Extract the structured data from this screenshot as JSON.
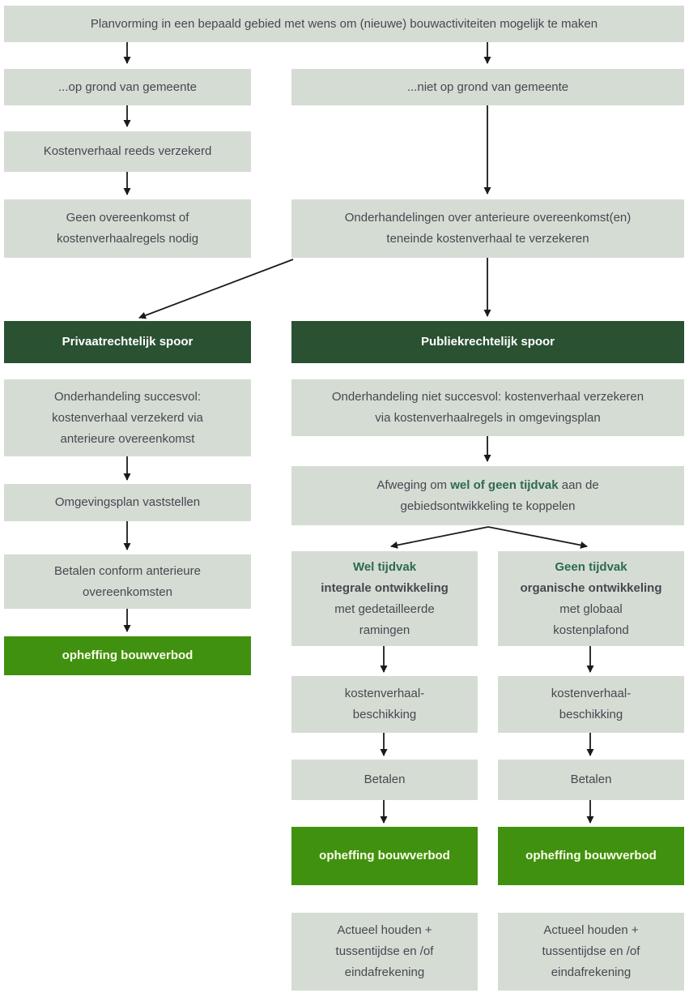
{
  "colors": {
    "background": "#ffffff",
    "box_light": "#d5dcd4",
    "box_dark_green": "#2a5132",
    "box_bright_green": "#419110",
    "text_dark": "#47484f",
    "text_green_bold": "#2d6a4e",
    "text_on_dark": "#ffffff",
    "text_on_bright": "#fbfbe9",
    "arrow": "#1a1a1a"
  },
  "nodes": {
    "planvorming": {
      "text": "Planvorming in een bepaald gebied met wens om (nieuwe) bouwactiviteiten mogelijk te maken"
    },
    "op_grond": {
      "text": "...op grond van gemeente"
    },
    "niet_op_grond": {
      "text": "...niet op grond van gemeente"
    },
    "kostenverhaal_reeds": {
      "text": "Kostenverhaal reeds verzekerd"
    },
    "geen_overeenkomst": {
      "line1": "Geen overeenkomst of",
      "line2": "kostenverhaalregels nodig"
    },
    "onderhandelingen": {
      "line1": "Onderhandelingen over anterieure overeenkomst(en)",
      "line2": "teneinde kostenverhaal te verzekeren"
    },
    "privaat_spoor": {
      "text": "Privaatrechtelijk spoor"
    },
    "publiek_spoor": {
      "text": "Publiekrechtelijk spoor"
    },
    "onderhandeling_succesvol": {
      "line1": "Onderhandeling succesvol:",
      "line2": "kostenverhaal verzekerd via",
      "line3": "anterieure overeenkomst"
    },
    "onderhandeling_niet_succesvol": {
      "line1": "Onderhandeling niet succesvol: kostenverhaal verzekeren",
      "line2": "via kostenverhaalregels in omgevingsplan"
    },
    "omgevingsplan": {
      "text": "Omgevingsplan vaststellen"
    },
    "afweging": {
      "prefix": "Afweging om ",
      "bold": "wel of geen tijdvak",
      "suffix": " aan de",
      "line2": "gebiedsontwikkeling te koppelen"
    },
    "betalen_conform": {
      "line1": "Betalen conform anterieure",
      "line2": "overeenkomsten"
    },
    "opheffing_privaat": {
      "text": "opheffing bouwverbod"
    },
    "wel_tijdvak": {
      "title": "Wel tijdvak",
      "subtitle": "integrale ontwikkeling",
      "line3": "met gedetailleerde",
      "line4": "ramingen"
    },
    "geen_tijdvak": {
      "title": "Geen tijdvak",
      "subtitle": "organische ontwikkeling",
      "line3": "met globaal",
      "line4": "kostenplafond"
    },
    "beschikking_wel": {
      "line1": "kostenverhaal-",
      "line2": "beschikking"
    },
    "beschikking_geen": {
      "line1": "kostenverhaal-",
      "line2": "beschikking"
    },
    "betalen_wel": {
      "text": "Betalen"
    },
    "betalen_geen": {
      "text": "Betalen"
    },
    "opheffing_wel": {
      "text": "opheffing bouwverbod"
    },
    "opheffing_geen": {
      "text": "opheffing bouwverbod"
    },
    "actueel_wel": {
      "line1": "Actueel houden +",
      "line2": "tussentijdse en /of",
      "line3": "eindafrekening"
    },
    "actueel_geen": {
      "line1": "Actueel houden +",
      "line2": "tussentijdse en /of",
      "line3": "eindafrekening"
    }
  }
}
